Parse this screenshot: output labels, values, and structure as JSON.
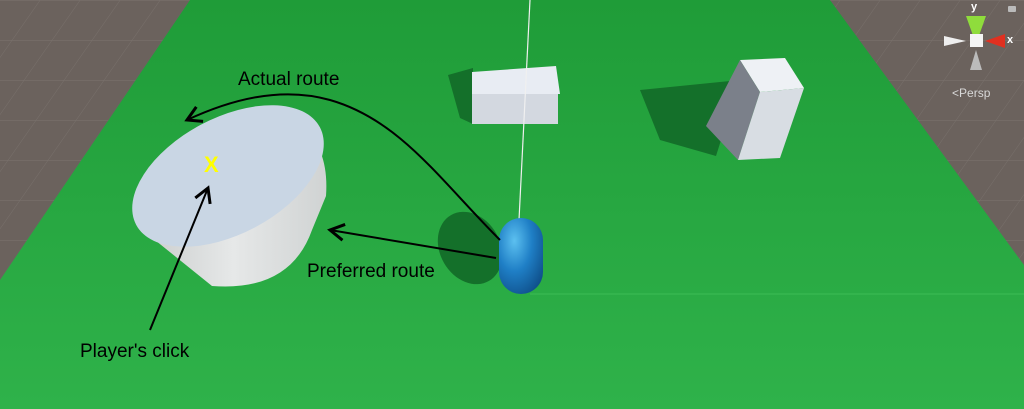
{
  "scene_view": {
    "projection_label": "Persp",
    "gizmo": {
      "y_axis": "y",
      "x_axis": "x"
    },
    "colors": {
      "ground": "#23a33d",
      "background": "#6b625d",
      "capsule": "#1f7fc6",
      "target_mark": "#ffff00"
    }
  },
  "annotations": {
    "actual_route": "Actual route",
    "preferred_route": "Preferred route",
    "players_click": "Player's click",
    "target_mark": "X"
  }
}
